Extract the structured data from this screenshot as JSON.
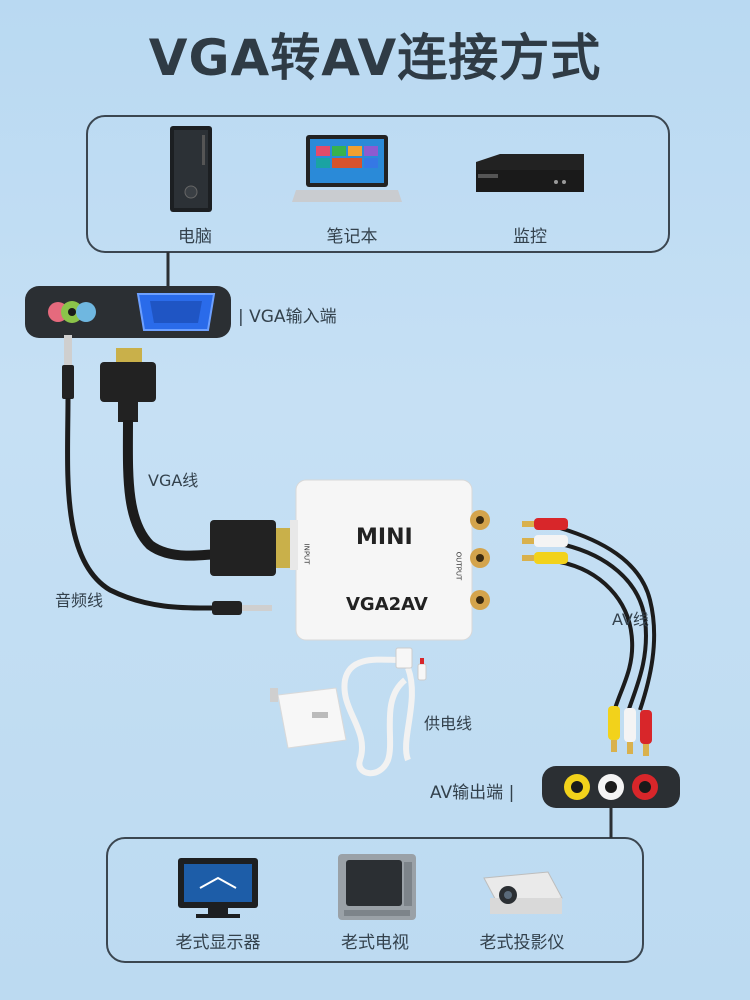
{
  "title": "VGA转AV连接方式",
  "sources": [
    {
      "label": "电脑",
      "icon": "desktop-tower-icon"
    },
    {
      "label": "笔记本",
      "icon": "laptop-icon"
    },
    {
      "label": "监控",
      "icon": "dvr-box-icon"
    }
  ],
  "vga_input_label": "| VGA输入端",
  "cables": {
    "vga": "VGA线",
    "audio": "音频线",
    "av": "AV线",
    "power": "供电线"
  },
  "converter": {
    "brand": "MINI",
    "model": "VGA2AV",
    "input_label": "INPUT",
    "output_label": "OUTPUT"
  },
  "av_output_label": "AV输出端 |",
  "outputs": [
    {
      "label": "老式显示器",
      "icon": "crt-monitor-icon"
    },
    {
      "label": "老式电视",
      "icon": "old-tv-icon"
    },
    {
      "label": "老式投影仪",
      "icon": "projector-icon"
    }
  ],
  "colors": {
    "accent_yellow": "#f2d21b",
    "accent_white": "#f4f4f4",
    "accent_red": "#d8262a",
    "vga_blue": "#1f5fd6",
    "panel_dark": "#2b2f33"
  }
}
